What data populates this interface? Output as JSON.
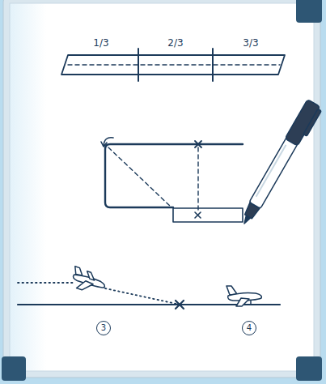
{
  "diagram": {
    "nodes": [
      {
        "text": [
          "3"
        ]
      },
      {
        "text": [
          "4"
        ]
      }
    ],
    "labels": [
      "1/3",
      "2/3",
      "3/3"
    ]
  }
}
